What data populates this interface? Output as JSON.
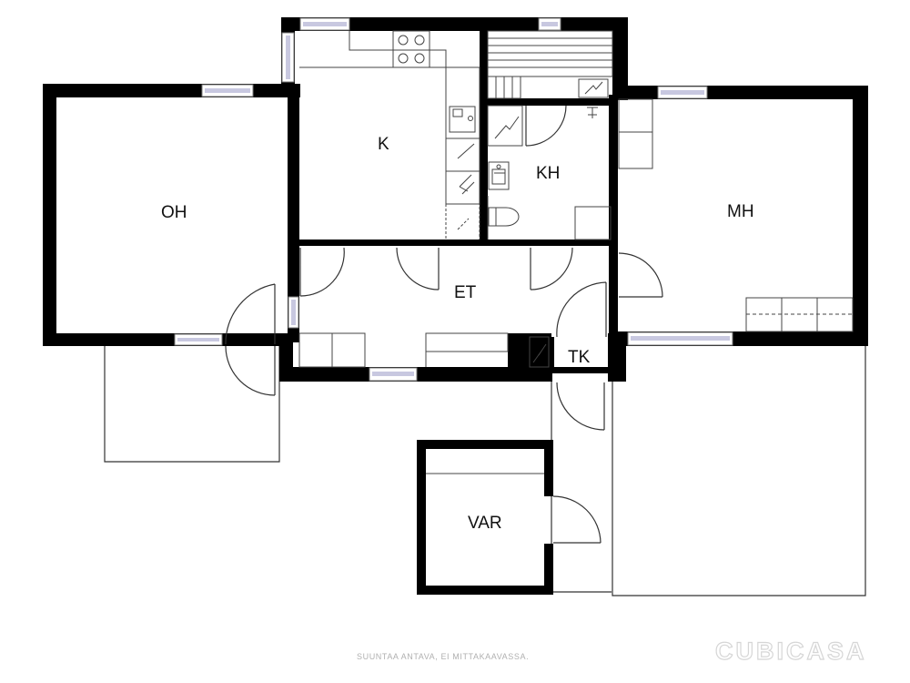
{
  "rooms": {
    "oh": "OH",
    "k": "K",
    "kh": "KH",
    "mh": "MH",
    "et": "ET",
    "tk": "TK",
    "var": "VAR"
  },
  "footer": {
    "note": "SUUNTAA ANTAVA, EI MITTAKAAVASSA.",
    "brand": "CUBICASA"
  },
  "colors": {
    "wall": "#000000",
    "window": "#c8c8e0",
    "line": "#333333",
    "background": "#ffffff"
  }
}
